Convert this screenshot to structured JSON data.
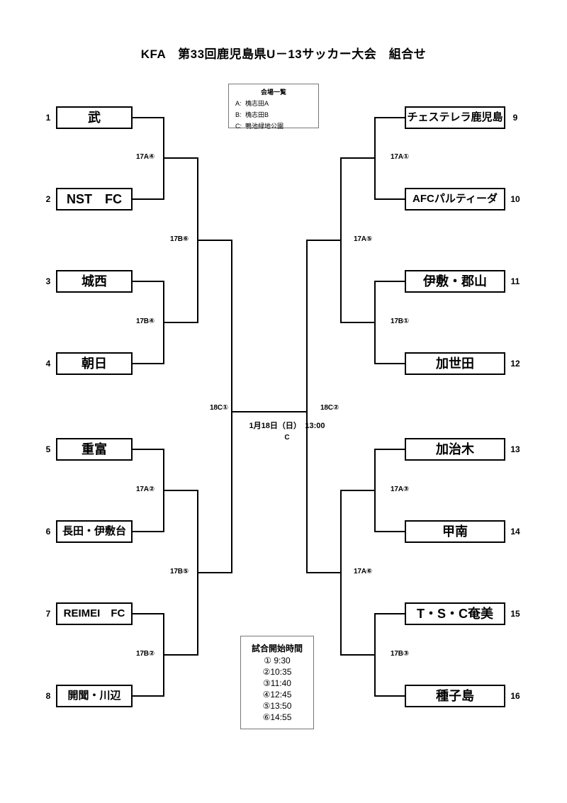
{
  "title": "KFA　第33回鹿児島県U－13サッカー大会　組合せ",
  "venue_box": {
    "heading": "会場一覧",
    "rows": [
      {
        "key": "A:",
        "name": "桷志田A"
      },
      {
        "key": "B:",
        "name": "桷志田B"
      },
      {
        "key": "C:",
        "name": "鴨池緑地公園"
      }
    ]
  },
  "times_box": {
    "heading": "試合開始時間",
    "rows": [
      "① 9:30",
      "②10:35",
      "③11:40",
      "④12:45",
      "⑤13:50",
      "⑥14:55"
    ]
  },
  "final": {
    "left_code": "18C①",
    "right_code": "18C②",
    "date": "1月18日（日）　13:00",
    "venue": "C"
  },
  "teams": {
    "left": [
      {
        "seed": "1",
        "name": "武"
      },
      {
        "seed": "2",
        "name": "NST　FC"
      },
      {
        "seed": "3",
        "name": "城西"
      },
      {
        "seed": "4",
        "name": "朝日"
      },
      {
        "seed": "5",
        "name": "重富"
      },
      {
        "seed": "6",
        "name": "長田・伊敷台"
      },
      {
        "seed": "7",
        "name": "REIMEI　FC"
      },
      {
        "seed": "8",
        "name": "開聞・川辺"
      }
    ],
    "right": [
      {
        "seed": "9",
        "name": "チェステレラ鹿児島"
      },
      {
        "seed": "10",
        "name": "AFCパルティーダ"
      },
      {
        "seed": "11",
        "name": "伊敷・郡山"
      },
      {
        "seed": "12",
        "name": "加世田"
      },
      {
        "seed": "13",
        "name": "加治木"
      },
      {
        "seed": "14",
        "name": "甲南"
      },
      {
        "seed": "15",
        "name": "T・S・C奄美"
      },
      {
        "seed": "16",
        "name": "種子島"
      }
    ]
  },
  "matches": {
    "left_r1": [
      "17A④",
      "17B④",
      "17A②",
      "17B②"
    ],
    "left_r2": [
      "17B⑥",
      "17B⑤"
    ],
    "right_r1": [
      "17A①",
      "17B①",
      "17A③",
      "17B③"
    ],
    "right_r2": [
      "17A⑤",
      "17A⑥"
    ]
  }
}
